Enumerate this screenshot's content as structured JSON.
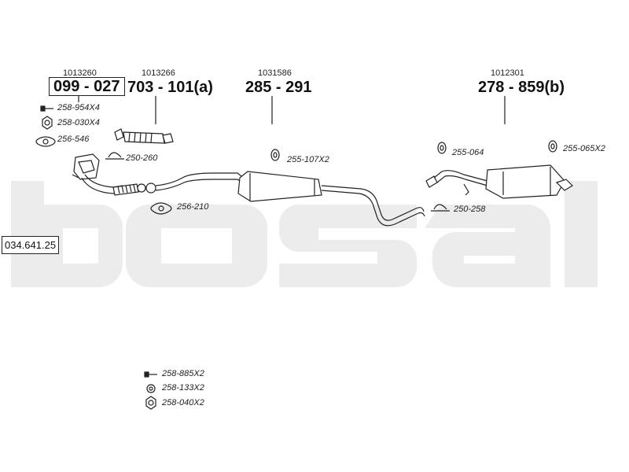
{
  "watermark": {
    "text": "bosal",
    "color": "#ececec"
  },
  "assembly_number": "034.641.25",
  "parts": [
    {
      "ref": "1013260",
      "number": "099 - 027",
      "variant": ""
    },
    {
      "ref": "1013266",
      "number": "703 - 101",
      "variant": "(a)"
    },
    {
      "ref": "1031586",
      "number": "285 - 291",
      "variant": ""
    },
    {
      "ref": "1012301",
      "number": "278 - 859",
      "variant": "(b)"
    }
  ],
  "accessories": {
    "a258_954": "258-954X4",
    "a258_030": "258-030X4",
    "a256_546": "256-546",
    "a250_260": "250-260",
    "a256_210": "256-210",
    "a255_107": "255-107X2",
    "a255_064": "255-064",
    "a250_258": "250-258",
    "a255_065": "255-065X2",
    "a258_885": "258-885X2",
    "a258_133": "258-133X2",
    "a258_040": "258-040X2"
  }
}
